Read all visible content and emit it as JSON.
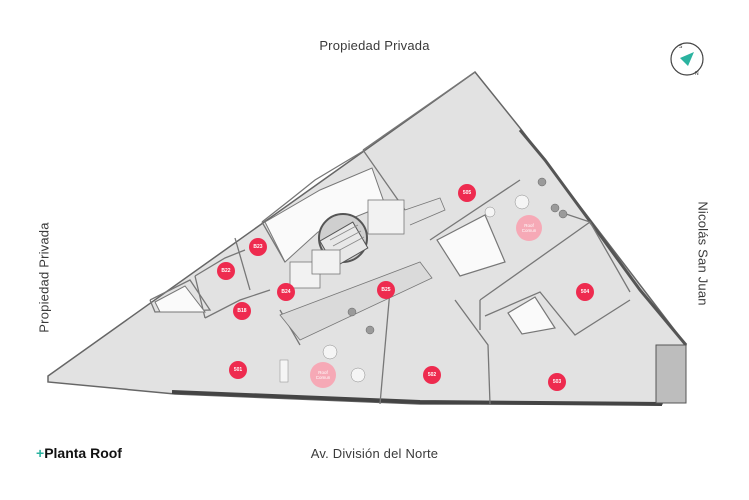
{
  "streets": {
    "top": "Propiedad Privada",
    "left": "Propiedad Privada",
    "right": "Nicolás San Juan",
    "bottom": "Av. División del Norte"
  },
  "title": {
    "plus": "+",
    "text": "Planta Roof"
  },
  "compass": {
    "south": "S",
    "north": "N"
  },
  "units": [
    {
      "id": "u505",
      "label": "505"
    },
    {
      "id": "u523",
      "label": "B23"
    },
    {
      "id": "u522",
      "label": "B22"
    },
    {
      "id": "u524",
      "label": "B24"
    },
    {
      "id": "u525",
      "label": "B25"
    },
    {
      "id": "u518",
      "label": "B18"
    },
    {
      "id": "u504",
      "label": "504"
    },
    {
      "id": "u501",
      "label": "501"
    },
    {
      "id": "u502",
      "label": "502"
    },
    {
      "id": "u503",
      "label": "503"
    }
  ],
  "roof_gardens": [
    {
      "id": "r1",
      "line1": "Roof",
      "line2": "Comun"
    },
    {
      "id": "r2",
      "line1": "Roof",
      "line2": "Comun"
    }
  ],
  "colors": {
    "unit_badge": "#ee2b4f",
    "roof_badge": "#f6a9b6",
    "floor": "#e3e3e3",
    "wall": "#555555",
    "accent": "#2bb3a0"
  }
}
